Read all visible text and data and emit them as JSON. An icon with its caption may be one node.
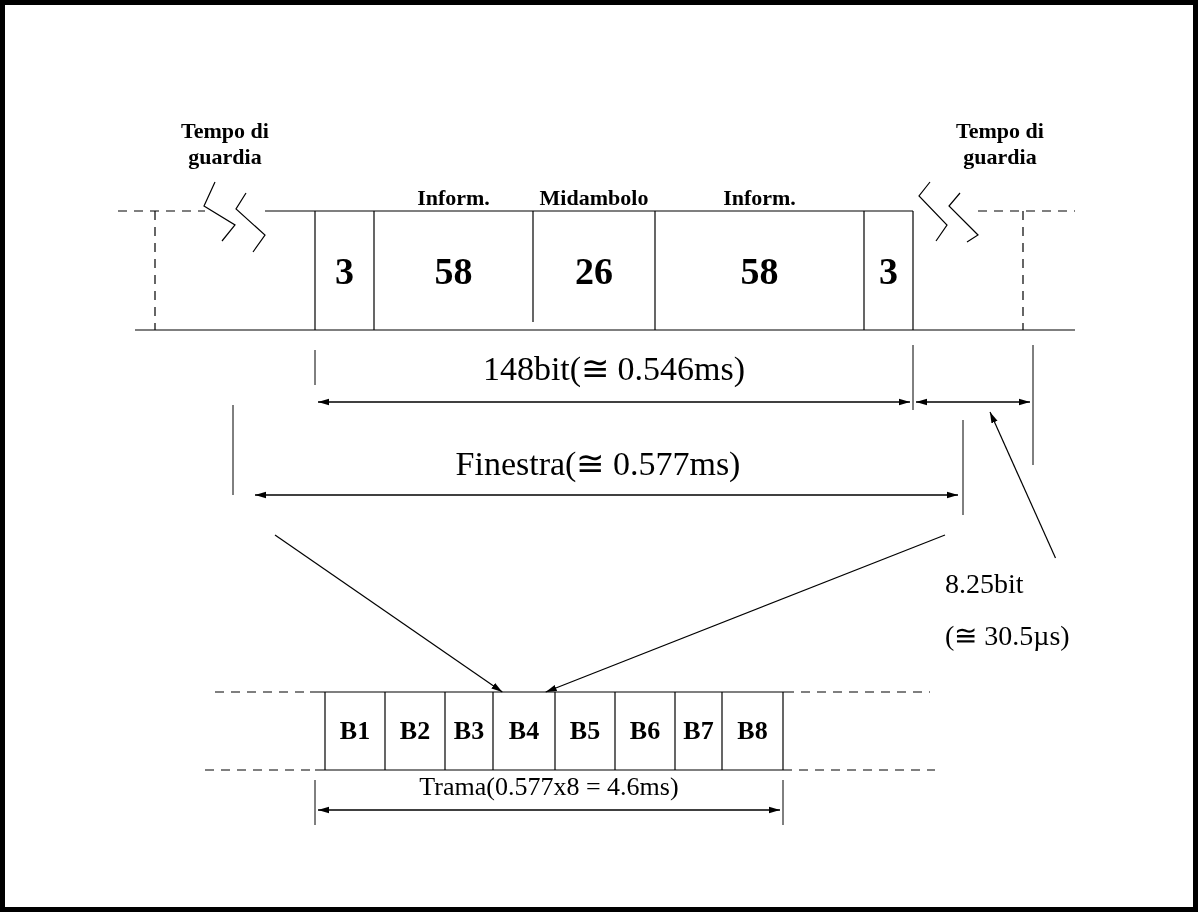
{
  "diagram": {
    "nodes": [
      {
        "text": [
          "3"
        ]
      },
      {
        "text": [
          "Inform.",
          "58"
        ]
      },
      {
        "text": [
          "Midambolo",
          "26"
        ]
      },
      {
        "text": [
          "Inform.",
          "58"
        ]
      },
      {
        "text": [
          "3"
        ]
      },
      {
        "text": [
          "B1"
        ]
      },
      {
        "text": [
          "B2"
        ]
      },
      {
        "text": [
          "B3"
        ]
      },
      {
        "text": [
          "B4"
        ]
      },
      {
        "text": [
          "B5"
        ]
      },
      {
        "text": [
          "B6"
        ]
      },
      {
        "text": [
          "B7"
        ]
      },
      {
        "text": [
          "B8"
        ]
      },
      {
        "text": [
          "8.25bit",
          "(≅ 30.5µs)"
        ]
      }
    ],
    "edges": [
      {
        "from": null,
        "to": 8,
        "arrow": "to"
      },
      {
        "from": null,
        "to": 8,
        "arrow": "to"
      },
      {
        "from": 13,
        "to": null,
        "arrow": "to"
      }
    ],
    "labels": [
      "Tempo di guardia",
      "Tempo di guardia",
      "148bit(≅ 0.546ms)",
      "Finestra(≅ 0.577ms)",
      "Trama(0.577x8 = 4.6ms)"
    ]
  }
}
